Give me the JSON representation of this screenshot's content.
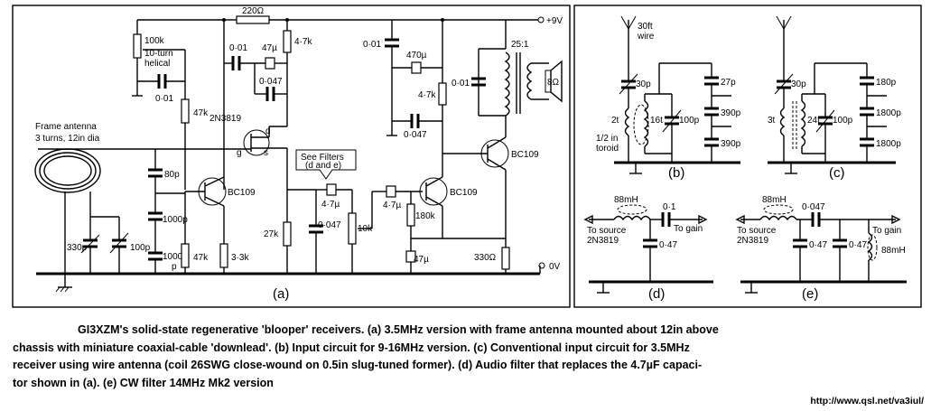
{
  "diagram": {
    "panel_labels": {
      "a": "(a)",
      "b": "(b)",
      "c": "(c)",
      "d": "(d)",
      "e": "(e)"
    },
    "labels": {
      "r220": "220Ω",
      "plus9v": "+9V",
      "zero_v": "0V",
      "r100k": "100k",
      "helical1": "10-turn",
      "helical2": "helical",
      "c001_top": "0·01",
      "c47u_top": "47µ",
      "r47k_top": "4·7k",
      "c0047_mid": "0·047",
      "c001_left": "0·01",
      "r47k_left": "47k",
      "jfet": "2N3819",
      "d": "d",
      "g": "g",
      "s": "s",
      "frame1": "Frame antenna",
      "frame2": "3 turns, 12in dia",
      "c80p": "80p",
      "c1000p_a": "1000p",
      "c1000p_b": "1000",
      "c1000p_c": "p",
      "bc109_1": "BC109",
      "r47k_bot": "47k",
      "r33k": "3·3k",
      "c330p": "330p",
      "c100p": "100p",
      "r27k": "27k",
      "filters1": "See Filters",
      "filters2": "(d and e)",
      "c47u_a": "4·7µ",
      "c0047_a": "0·047",
      "pot10k": "10k",
      "c47u_b": "4·7µ",
      "bc109_2": "BC109",
      "r180k": "180k",
      "c47u_bot": "47µ",
      "r330": "330Ω",
      "c001_out": "0·01",
      "c470u": "470µ",
      "r47k_out": "4·7k",
      "c0047_out": "0·047",
      "c001_tr": "0·01",
      "ratio": "25:1",
      "spk": "8Ω",
      "bc109_3": "BC109",
      "b_wire1": "30ft",
      "b_wire2": "wire",
      "b_30p": "30p",
      "b_27p": "27p",
      "b_390p_1": "390p",
      "b_390p_2": "390p",
      "b_2t": "2t",
      "b_16t": "16t",
      "b_100p": "100p",
      "b_toroid1": "1/2 in",
      "b_toroid2": "toroid",
      "c_30p": "30p",
      "c_180p": "180p",
      "c_1800p_1": "1800p",
      "c_1800p_2": "1800p",
      "c_3t": "3t",
      "c_24t": "24t",
      "c_100p": "100p",
      "d_88mh": "88mH",
      "d_01": "0·1",
      "d_src1": "To source",
      "d_src2": "2N3819",
      "d_gain": "To gain",
      "d_047": "0·47",
      "e_88mh": "88mH",
      "e_0047": "0·047",
      "e_src1": "To source",
      "e_src2": "2N3819",
      "e_gain": "To gain",
      "e_047a": "0·47",
      "e_047b": "0·47",
      "e_88mh_r": "88mH"
    }
  },
  "caption": {
    "line1": "GI3XZM's solid-state regenerative 'blooper' receivers. (a) 3.5MHz version with frame antenna mounted about 12in above",
    "line2": "chassis with miniature coaxial-cable 'downlead'. (b) Input circuit for 9-16MHz version. (c) Conventional input circuit for 3.5MHz",
    "line3": "receiver using wire antenna (coil 26SWG close-wound on 0.5in slug-tuned former). (d) Audio filter that replaces the 4.7µF capaci-",
    "line4": "tor shown in (a). (e) CW filter 14MHz Mk2 version"
  },
  "source_url": "http://www.qsl.net/va3iul/"
}
